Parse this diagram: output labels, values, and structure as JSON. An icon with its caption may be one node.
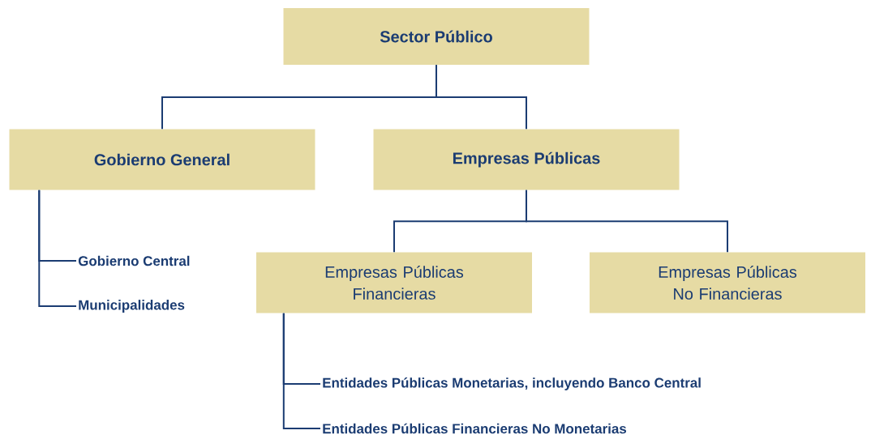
{
  "diagram": {
    "nodes": [
      {
        "text": [
          "Sector Público"
        ]
      },
      {
        "text": [
          "Gobierno General"
        ]
      },
      {
        "text": [
          "Empresas Públicas"
        ]
      },
      {
        "text": [
          "Empresas Públicas Financieras"
        ]
      },
      {
        "text": [
          "Empresas Públicas No Financieras"
        ]
      },
      {
        "text": [
          "Gobierno Central"
        ]
      },
      {
        "text": [
          "Municipalidades"
        ]
      },
      {
        "text": [
          "Entidades Públicas Monetarias, incluyendo Banco Central"
        ]
      },
      {
        "text": [
          "Entidades Públicas Financieras No Monetarias"
        ]
      }
    ],
    "edges": [
      {
        "from": 0,
        "to": 1,
        "arrow": "none"
      },
      {
        "from": 0,
        "to": 2,
        "arrow": "none"
      },
      {
        "from": 2,
        "to": 3,
        "arrow": "none"
      },
      {
        "from": 2,
        "to": 4,
        "arrow": "none"
      },
      {
        "from": 1,
        "to": 5,
        "arrow": "none"
      },
      {
        "from": 1,
        "to": 6,
        "arrow": "none"
      },
      {
        "from": 3,
        "to": 7,
        "arrow": "none"
      },
      {
        "from": 3,
        "to": 8,
        "arrow": "none"
      }
    ]
  }
}
